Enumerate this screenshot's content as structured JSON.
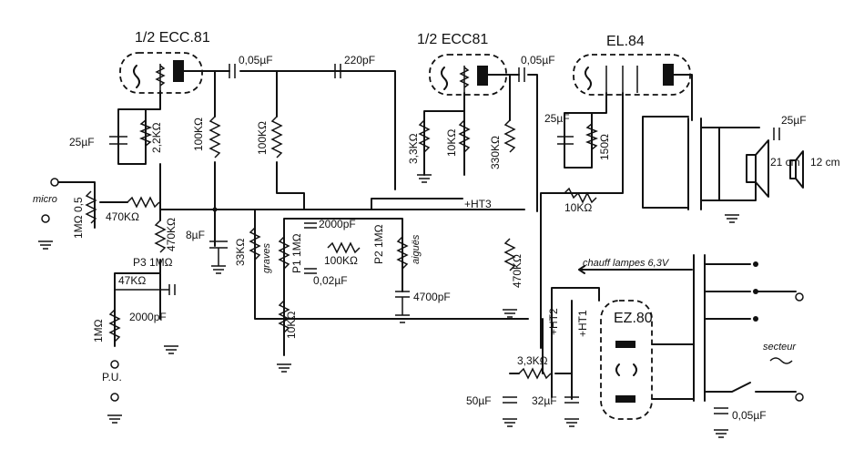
{
  "tubes": {
    "v1": "1/2 ECC.81",
    "v2": "1/2 ECC81",
    "v3": "EL.84",
    "rect": "EZ.80"
  },
  "components": {
    "c_bias1": "25µF",
    "r_k1": "2,2KΩ",
    "c_coup1": "0,05µF",
    "c_220": "220pF",
    "r_100a": "100KΩ",
    "r_100b": "100KΩ",
    "r_k2": "3,3KΩ",
    "r_10k": "10KΩ",
    "c_coup2": "0,05µF",
    "r_330": "330KΩ",
    "c_bias3": "25µF",
    "r_150": "150Ω",
    "c_out": "25µF",
    "spk1": "21 cm",
    "spk2": "12 cm",
    "mic_pot": "1MΩ 0,5",
    "r_470a": "470KΩ",
    "r_470b": "470KΩ",
    "c_8": "8µF",
    "r_33": "33KΩ",
    "c_2000a": "2000pF",
    "p1": "P1 1MΩ",
    "p1_tag": "graves",
    "r_100c": "100KΩ",
    "c_002": "0,02µF",
    "p2": "P2 1MΩ",
    "p2_tag": "aiguës",
    "c_4700": "4700pF",
    "r_10kb": "10KΩ",
    "p3": "P3 1MΩ",
    "r_47": "47KΩ",
    "c_2000b": "2000pF",
    "r_1m": "1MΩ",
    "r_10k_mid": "10KΩ",
    "r_470c": "470KΩ",
    "r_3k3": "3,3KΩ",
    "c_50": "50µF",
    "c_32": "32µF",
    "c_005": "0,05µF"
  },
  "labels": {
    "micro": "micro",
    "pu": "P.U.",
    "ht3": "+HT3",
    "ht2": "+HT2",
    "ht1": "+HT1",
    "chauff": "chauff lampes 6,3V",
    "secteur": "secteur"
  }
}
